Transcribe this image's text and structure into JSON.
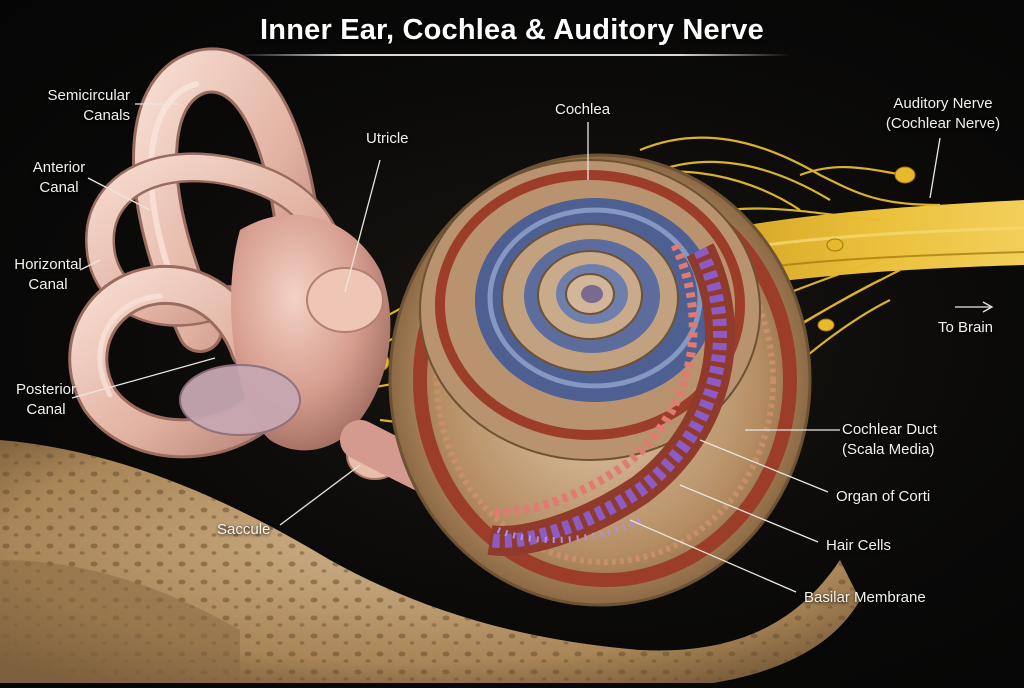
{
  "title": "Inner Ear, Cochlea & Auditory Nerve",
  "labels": {
    "semicircular_canals": [
      "Semicircular",
      "Canals"
    ],
    "anterior_canal": [
      "Anterior",
      "Canal"
    ],
    "horizontal_canal": [
      "Horizontal",
      "Canal"
    ],
    "posterior_canal": [
      "Posterior",
      "Canal"
    ],
    "saccule": "Saccule",
    "utricle": "Utricle",
    "cochlea": "Cochlea",
    "auditory_nerve": [
      "Auditory Nerve",
      "(Cochlear Nerve)"
    ],
    "to_brain": "To Brain",
    "cochlear_duct": [
      "Cochlear Duct",
      "(Scala Media)"
    ],
    "organ_of_corti": "Organ of Corti",
    "hair_cells": "Hair Cells",
    "basilar_membrane": "Basilar Membrane"
  },
  "colors": {
    "background": "#0b0a09",
    "bone": "#b99a72",
    "canal": "#e9c2b4",
    "cochlea_outer": "#b38b63",
    "scala_red": "#9c3d2a",
    "scala_blue": "#4e5f92",
    "hair_cell_purple": "#8d5bc4",
    "nerve_yellow": "#e2b529",
    "label_text": "#f3f1ec"
  }
}
